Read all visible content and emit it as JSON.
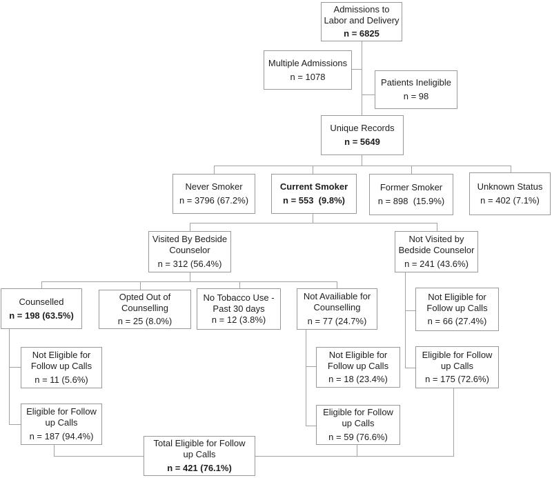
{
  "figure": {
    "description": "Patient flow diagram: smoking status and bedside counselling eligibility",
    "colors": {
      "background": "#ffffff",
      "box_border": "#979797",
      "connector_line": "#a2a2a2",
      "text": "#1d1d1d"
    }
  },
  "nodes": {
    "admissions": {
      "line1": "Admissions to",
      "line2": "Labor and Delivery",
      "n": "n = 6825"
    },
    "multiple_admissions": {
      "line1": "Multiple Admissions",
      "n": "n = 1078"
    },
    "patients_ineligible": {
      "line1": "Patients Ineligible",
      "n": "n = 98"
    },
    "unique_records": {
      "line1": "Unique Records",
      "n": "n = 5649"
    },
    "never_smoker": {
      "line1": "Never Smoker",
      "n": "n = 3796 (67.2%)"
    },
    "current_smoker": {
      "line1": "Current Smoker",
      "n": "n = 553  (9.8%)"
    },
    "former_smoker": {
      "line1": "Former Smoker",
      "n": "n = 898  (15.9%)"
    },
    "unknown_status": {
      "line1": "Unknown Status",
      "n": "n = 402 (7.1%)"
    },
    "visited": {
      "line1": "Visited By Bedside",
      "line2": "Counselor",
      "n": "n = 312 (56.4%)"
    },
    "not_visited": {
      "line1": "Not Visited by",
      "line2": "Bedside Counselor",
      "n": "n = 241 (43.6%)"
    },
    "counselled": {
      "line1": "Counselled",
      "n": "n = 198 (63.5%)"
    },
    "opted_out": {
      "line1": "Opted Out of",
      "line2": "Counselling",
      "n": "n = 25 (8.0%)"
    },
    "no_tobacco": {
      "line1": "No Tobacco Use -",
      "line2": "Past 30 days",
      "n": "n = 12 (3.8%)"
    },
    "not_available": {
      "line1": "Not Availiable for",
      "line2": "Counselling",
      "n": "n = 77 (24.7%)"
    },
    "not_eligible_66": {
      "line1": "Not Eligible for",
      "line2": "Follow up Calls",
      "n": "n = 66 (27.4%)"
    },
    "eligible_175": {
      "line1": "Eligible for Follow",
      "line2": "up Calls",
      "n": "n = 175 (72.6%)"
    },
    "not_eligible_11": {
      "line1": "Not Eligible for",
      "line2": "Follow up Calls",
      "n": "n = 11 (5.6%)"
    },
    "eligible_187": {
      "line1": "Eligible for Follow",
      "line2": "up Calls",
      "n": "n = 187 (94.4%)"
    },
    "not_eligible_18": {
      "line1": "Not Eligible for",
      "line2": "Follow up Calls",
      "n": "n = 18 (23.4%)"
    },
    "eligible_59": {
      "line1": "Eligible for Follow",
      "line2": "up Calls",
      "n": "n = 59 (76.6%)"
    },
    "total_eligible": {
      "line1": "Total Eligible for Follow",
      "line2": "up Calls",
      "n": "n = 421 (76.1%)"
    }
  }
}
